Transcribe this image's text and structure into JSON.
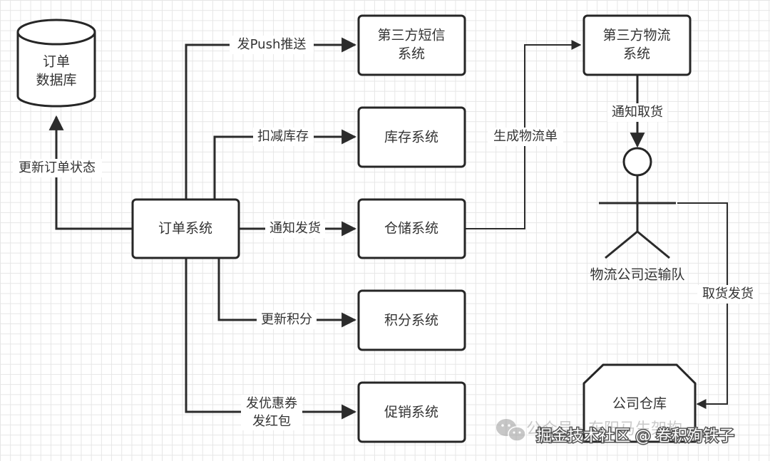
{
  "diagram": {
    "title": "订单系统架构流程",
    "nodes": {
      "order_db": {
        "lines": [
          "订单",
          "数据库"
        ],
        "shape": "cylinder"
      },
      "order_system": {
        "lines": [
          "订单系统"
        ],
        "shape": "rounded-rect"
      },
      "sms_system": {
        "lines": [
          "第三方短信",
          "系统"
        ],
        "shape": "rounded-rect"
      },
      "inventory_system": {
        "lines": [
          "库存系统"
        ],
        "shape": "rounded-rect"
      },
      "warehouse_system": {
        "lines": [
          "仓储系统"
        ],
        "shape": "rounded-rect"
      },
      "points_system": {
        "lines": [
          "积分系统"
        ],
        "shape": "rounded-rect"
      },
      "promotion_system": {
        "lines": [
          "促销系统"
        ],
        "shape": "rounded-rect"
      },
      "logistics_system": {
        "lines": [
          "第三方物流",
          "系统"
        ],
        "shape": "rounded-rect"
      },
      "transport_team": {
        "lines": [
          "物流公司运输队"
        ],
        "shape": "actor"
      },
      "company_warehouse": {
        "lines": [
          "公司仓库"
        ],
        "shape": "octagon-top"
      }
    },
    "edges": {
      "update_order_status": {
        "from": "order_system",
        "to": "order_db",
        "lines": [
          "更新订单状态"
        ]
      },
      "push": {
        "from": "order_system",
        "to": "sms_system",
        "lines": [
          "发Push推送"
        ]
      },
      "reduce_stock": {
        "from": "order_system",
        "to": "inventory_system",
        "lines": [
          "扣减库存"
        ]
      },
      "notify_ship": {
        "from": "order_system",
        "to": "warehouse_system",
        "lines": [
          "通知发货"
        ]
      },
      "update_points": {
        "from": "order_system",
        "to": "points_system",
        "lines": [
          "更新积分"
        ]
      },
      "coupons": {
        "from": "order_system",
        "to": "promotion_system",
        "lines": [
          "发优惠券",
          "发红包"
        ]
      },
      "create_waybill": {
        "from": "warehouse_system",
        "to": "logistics_system",
        "lines": [
          "生成物流单"
        ]
      },
      "notify_pickup": {
        "from": "logistics_system",
        "to": "transport_team",
        "lines": [
          "通知取货"
        ]
      },
      "pickup_ship": {
        "from": "transport_team",
        "to": "company_warehouse",
        "lines": [
          "取货发货"
        ]
      }
    },
    "colors": {
      "stroke": "#262626",
      "text": "#333333",
      "grid": "#e6e6e6",
      "background": "#ffffff"
    }
  },
  "watermark": {
    "wechat_text": "公众号 · 东阳马生架构",
    "juejin_text": "掘金技术社区 @ 卷积殉铁子",
    "icon": "wechat-icon"
  }
}
